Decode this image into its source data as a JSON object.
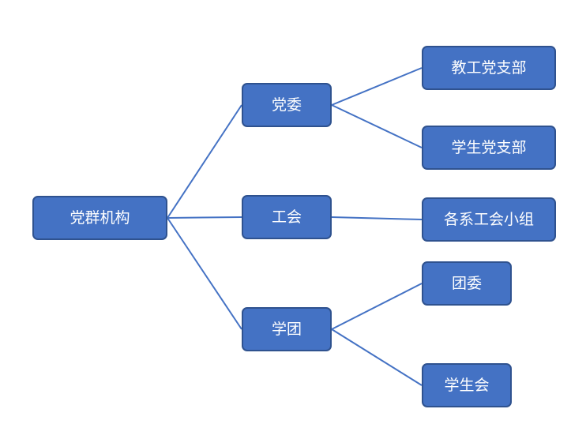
{
  "diagram": {
    "root": "党群机构",
    "branches": {
      "party_committee": "党委",
      "union": "工会",
      "youth": "学团"
    },
    "leaves": {
      "faculty_party_branch": "教工党支部",
      "student_party_branch": "学生党支部",
      "dept_union_groups": "各系工会小组",
      "league_committee": "团委",
      "student_union": "学生会"
    }
  },
  "colors": {
    "node_fill": "#4472c4",
    "node_border": "#2f528f",
    "node_text": "#ffffff",
    "connector": "#4472c4",
    "background": "#ffffff"
  }
}
